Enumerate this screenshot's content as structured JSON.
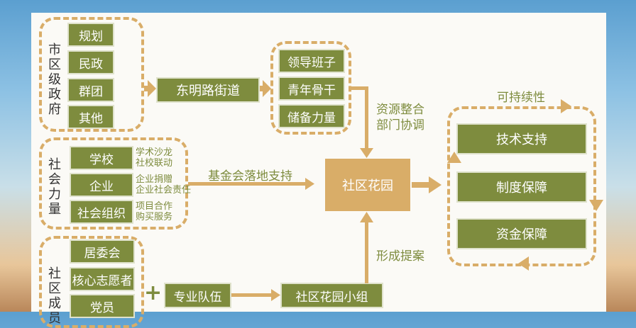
{
  "groups": {
    "government": {
      "label": "市区级政府",
      "items": [
        "规划",
        "民政",
        "群团",
        "其他"
      ]
    },
    "social": {
      "label": "社会力量",
      "items": [
        "学校",
        "企业",
        "社会组织"
      ],
      "notes": [
        "学术沙龙",
        "社校联动",
        "企业捐赠",
        "企业社会责任",
        "项目合作",
        "购买服务"
      ]
    },
    "community": {
      "label": "社区成员",
      "items": [
        "居委会",
        "核心志愿者",
        "党员"
      ]
    }
  },
  "street_office": "东明路街道",
  "leadership": {
    "items": [
      "领导班子",
      "青年骨干",
      "储备力量"
    ]
  },
  "labels": {
    "resource": [
      "资源整合",
      "部门协调"
    ],
    "foundation": "基金会落地支持",
    "proposal": "形成提案",
    "sustainability": "可持续性"
  },
  "center": "社区花园",
  "team": "专业队伍",
  "group": "社区花园小组",
  "plus_sign": "+",
  "supports": [
    "技术支持",
    "制度保障",
    "资金保障"
  ],
  "colors": {
    "olive": "#7e8c3e",
    "gold": "#d9ad68"
  }
}
